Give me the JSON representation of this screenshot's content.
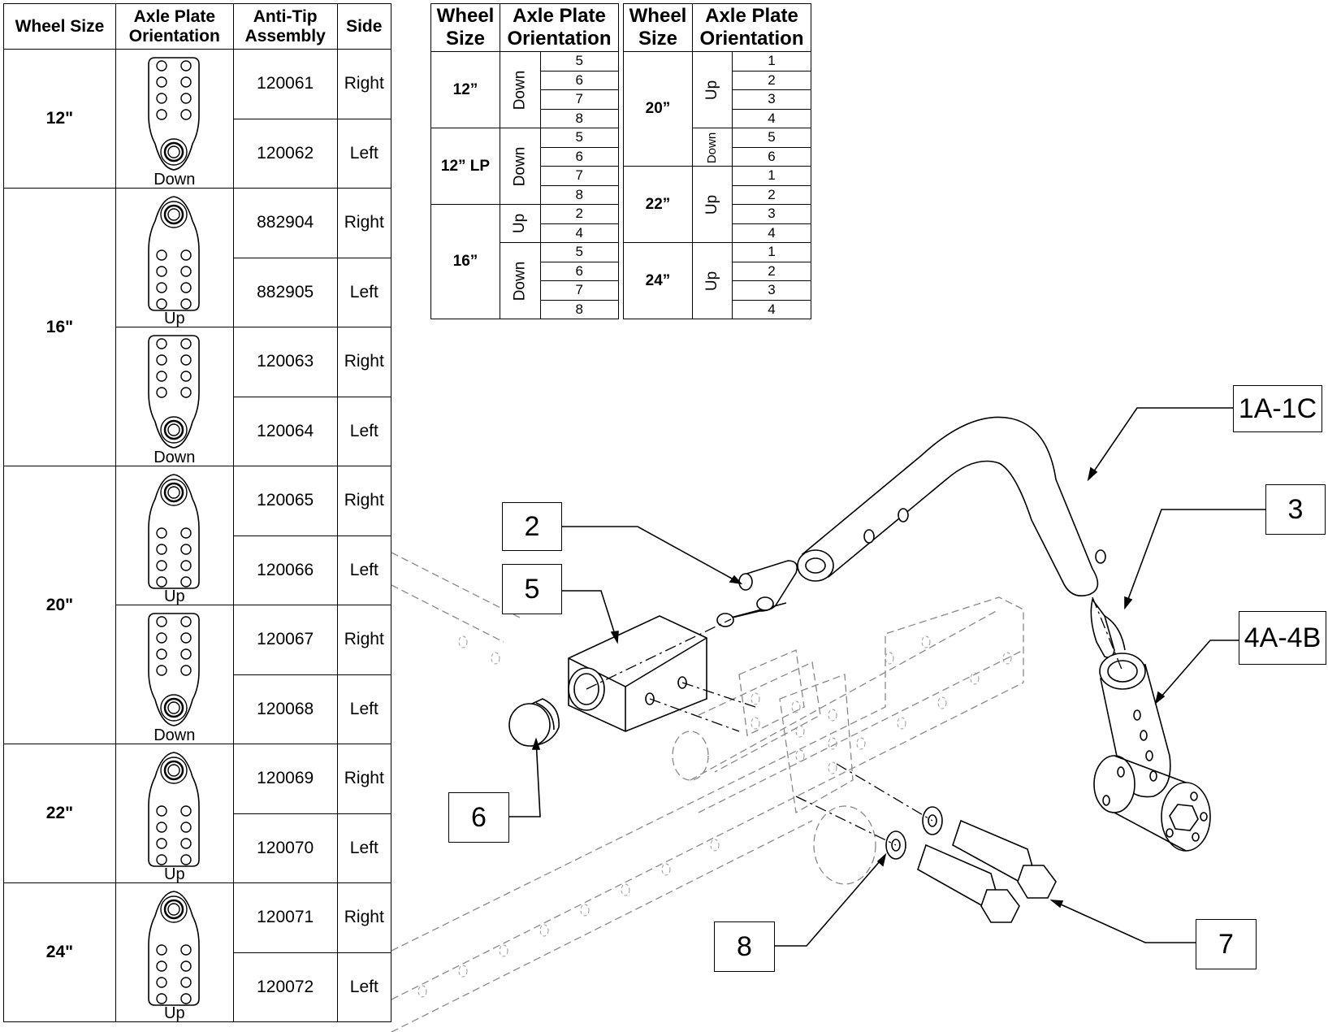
{
  "main_table": {
    "headers": [
      "Wheel Size",
      "Axle Plate Orientation",
      "Anti-Tip Assembly",
      "Side"
    ],
    "header_lines": {
      "wheel_size": "Wheel Size",
      "axle_1": "Axle Plate",
      "axle_2": "Orientation",
      "anti_1": "Anti-Tip",
      "anti_2": "Assembly",
      "side": "Side"
    },
    "groups": [
      {
        "wheel": "12\"",
        "plates": [
          {
            "orientation": "Down",
            "rows": [
              {
                "part": "120061",
                "side": "Right"
              },
              {
                "part": "120062",
                "side": "Left"
              }
            ]
          }
        ]
      },
      {
        "wheel": "16\"",
        "plates": [
          {
            "orientation": "Up",
            "rows": [
              {
                "part": "882904",
                "side": "Right"
              },
              {
                "part": "882905",
                "side": "Left"
              }
            ]
          },
          {
            "orientation": "Down",
            "rows": [
              {
                "part": "120063",
                "side": "Right"
              },
              {
                "part": "120064",
                "side": "Left"
              }
            ]
          }
        ]
      },
      {
        "wheel": "20\"",
        "plates": [
          {
            "orientation": "Up",
            "rows": [
              {
                "part": "120065",
                "side": "Right"
              },
              {
                "part": "120066",
                "side": "Left"
              }
            ]
          },
          {
            "orientation": "Down",
            "rows": [
              {
                "part": "120067",
                "side": "Right"
              },
              {
                "part": "120068",
                "side": "Left"
              }
            ]
          }
        ]
      },
      {
        "wheel": "22\"",
        "plates": [
          {
            "orientation": "Up",
            "rows": [
              {
                "part": "120069",
                "side": "Right"
              },
              {
                "part": "120070",
                "side": "Left"
              }
            ]
          }
        ]
      },
      {
        "wheel": "24\"",
        "plates": [
          {
            "orientation": "Up",
            "rows": [
              {
                "part": "120071",
                "side": "Right"
              },
              {
                "part": "120072",
                "side": "Left"
              }
            ]
          }
        ]
      }
    ]
  },
  "small_table_a": {
    "header_1": "Wheel",
    "header_1b": "Size",
    "header_2": "Axle Plate",
    "header_2b": "Orientation",
    "groups": [
      {
        "wheel": "12”",
        "orientations": [
          {
            "label": "Down",
            "holes": [
              "5",
              "6",
              "7",
              "8"
            ]
          }
        ]
      },
      {
        "wheel": "12” LP",
        "orientations": [
          {
            "label": "Down",
            "holes": [
              "5",
              "6",
              "7",
              "8"
            ]
          }
        ]
      },
      {
        "wheel": "16”",
        "orientations": [
          {
            "label": "Up",
            "holes": [
              "2",
              "4"
            ]
          },
          {
            "label": "Down",
            "holes": [
              "5",
              "6",
              "7",
              "8"
            ]
          }
        ]
      }
    ]
  },
  "small_table_b": {
    "header_1": "Wheel",
    "header_1b": "Size",
    "header_2": "Axle Plate",
    "header_2b": "Orientation",
    "groups": [
      {
        "wheel": "20”",
        "orientations": [
          {
            "label": "Up",
            "holes": [
              "1",
              "2",
              "3",
              "4"
            ]
          },
          {
            "label": "Down",
            "holes": [
              "5",
              "6"
            ]
          }
        ]
      },
      {
        "wheel": "22”",
        "orientations": [
          {
            "label": "Up",
            "holes": [
              "1",
              "2",
              "3",
              "4"
            ]
          }
        ]
      },
      {
        "wheel": "24”",
        "orientations": [
          {
            "label": "Up",
            "holes": [
              "1",
              "2",
              "3",
              "4"
            ]
          }
        ]
      }
    ]
  },
  "callouts": {
    "c1": "1A-1C",
    "c2": "2",
    "c3": "3",
    "c4": "4A-4B",
    "c5": "5",
    "c6": "6",
    "c7": "7",
    "c8": "8"
  }
}
